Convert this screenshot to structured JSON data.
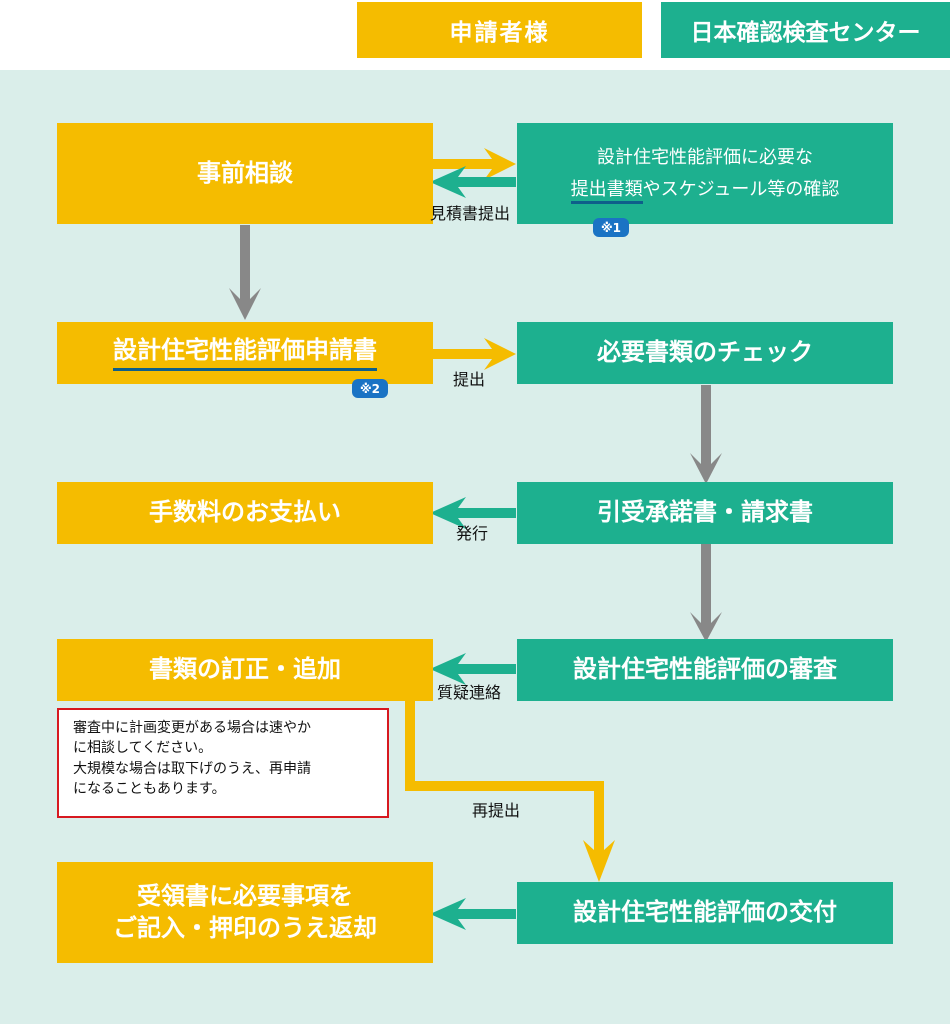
{
  "legend": {
    "applicant": "申請者様",
    "center": "日本確認検査センター"
  },
  "colors": {
    "applicant": "#f5bc00",
    "center": "#1db08f",
    "background": "#daeeea",
    "flow_gray": "#888888",
    "badge": "#1a73c4",
    "note_border": "#d71920"
  },
  "applicant_steps": {
    "consultation": "事前相談",
    "application_form": "設計住宅性能評価申請書",
    "payment": "手数料のお支払い",
    "correction": "書類の訂正・追加",
    "receipt_line1": "受領書に必要事項を",
    "receipt_line2": "ご記入・押印のうえ返却"
  },
  "center_steps": {
    "confirm_line1": "設計住宅性能評価に必要な",
    "confirm_line2_underlined": "提出書類",
    "confirm_line2_rest": "やスケジュール等の確認",
    "check": "必要書類のチェック",
    "acceptance": "引受承諾書・請求書",
    "review": "設計住宅性能評価の審査",
    "issuance": "設計住宅性能評価の交付"
  },
  "badges": {
    "note1": "※1",
    "note2": "※2"
  },
  "arrow_labels": {
    "estimate": "見積書提出",
    "submit": "提出",
    "issue": "発行",
    "inquiry": "質疑連絡",
    "resubmit": "再提出"
  },
  "note": {
    "line1": "審査中に計画変更がある場合は速やか",
    "line2": "に相談してください。",
    "line3": "大規模な場合は取下げのうえ、再申請",
    "line4": "になることもあります。"
  }
}
